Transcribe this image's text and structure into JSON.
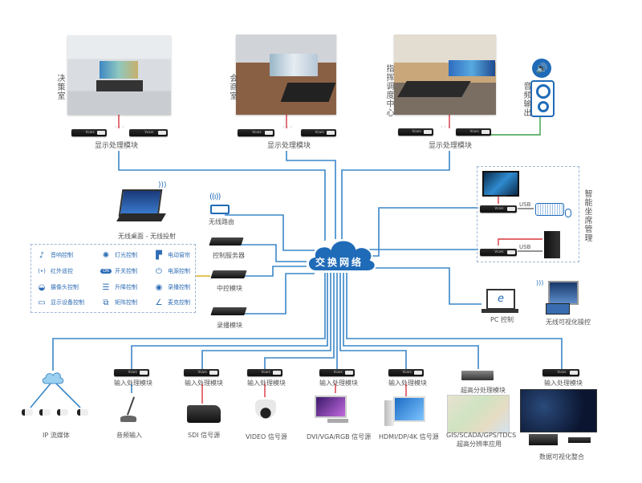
{
  "title": "交换网络",
  "colors": {
    "wire_blue": "#3a87c8",
    "wire_red": "#d9363e",
    "wire_green": "#3aa04a",
    "wire_yellow": "#d8b020",
    "cloud_blue": "#1f6bb8",
    "panel_text": "#2e6db5"
  },
  "rooms": [
    {
      "label": "决策室",
      "module_label": "显示处理模块"
    },
    {
      "label": "会商室",
      "module_label": "显示处理模块"
    },
    {
      "label": "指挥调度中心",
      "module_label": "显示处理模块"
    }
  ],
  "audio_output": {
    "label": "音频输出",
    "icon": "speaker-icon"
  },
  "seat_management": {
    "label": "智能坐席管理",
    "usb_labels": [
      "USB",
      "USB"
    ]
  },
  "left_devices": {
    "wireless_desktop": "无线桌面 - 无线投射",
    "wireless_router": "无线路由",
    "control_server": "控制服务器",
    "central_control": "中控模块",
    "recording": "录播模块"
  },
  "control_panel": {
    "items": [
      {
        "icon": "music-note-icon",
        "label": "音响控制"
      },
      {
        "icon": "light-bulb-icon",
        "label": "灯光控制"
      },
      {
        "icon": "curtain-icon",
        "label": "电动窗帘"
      },
      {
        "icon": "infrared-icon",
        "label": "红外遥控"
      },
      {
        "icon": "switch-on-icon",
        "label": "开关控制"
      },
      {
        "icon": "power-icon",
        "label": "电源控制"
      },
      {
        "icon": "camera-dome-icon",
        "label": "摄像头控制"
      },
      {
        "icon": "screen-lift-icon",
        "label": "升降控制"
      },
      {
        "icon": "record-icon",
        "label": "录播控制"
      },
      {
        "icon": "monitor-icon",
        "label": "显示设备控制"
      },
      {
        "icon": "matrix-icon",
        "label": "矩阵控制"
      },
      {
        "icon": "microphone-icon",
        "label": "麦克控制"
      }
    ]
  },
  "right_devices": {
    "pc_control": "PC 控制",
    "wireless_visual": "无线可视化操控"
  },
  "inputs": [
    {
      "module": "",
      "label": "IP 流媒体"
    },
    {
      "module": "输入处理模块",
      "label": "音频输入"
    },
    {
      "module": "输入处理模块",
      "label": "SDI 信号源"
    },
    {
      "module": "输入处理模块",
      "label": "VIDEO 信号源"
    },
    {
      "module": "输入处理模块",
      "label": "DVI/VGA/RGB 信号源"
    },
    {
      "module": "输入处理模块",
      "label": "HDMI/DP/4K 信号源"
    },
    {
      "module": "超高分处理模块",
      "label": "GIS/SCADA/GPS/TDCS",
      "label2": "超高分辨率应用"
    },
    {
      "module": "输入处理模块",
      "label": "数据可视化整合"
    }
  ],
  "box_brand": "Vcars"
}
